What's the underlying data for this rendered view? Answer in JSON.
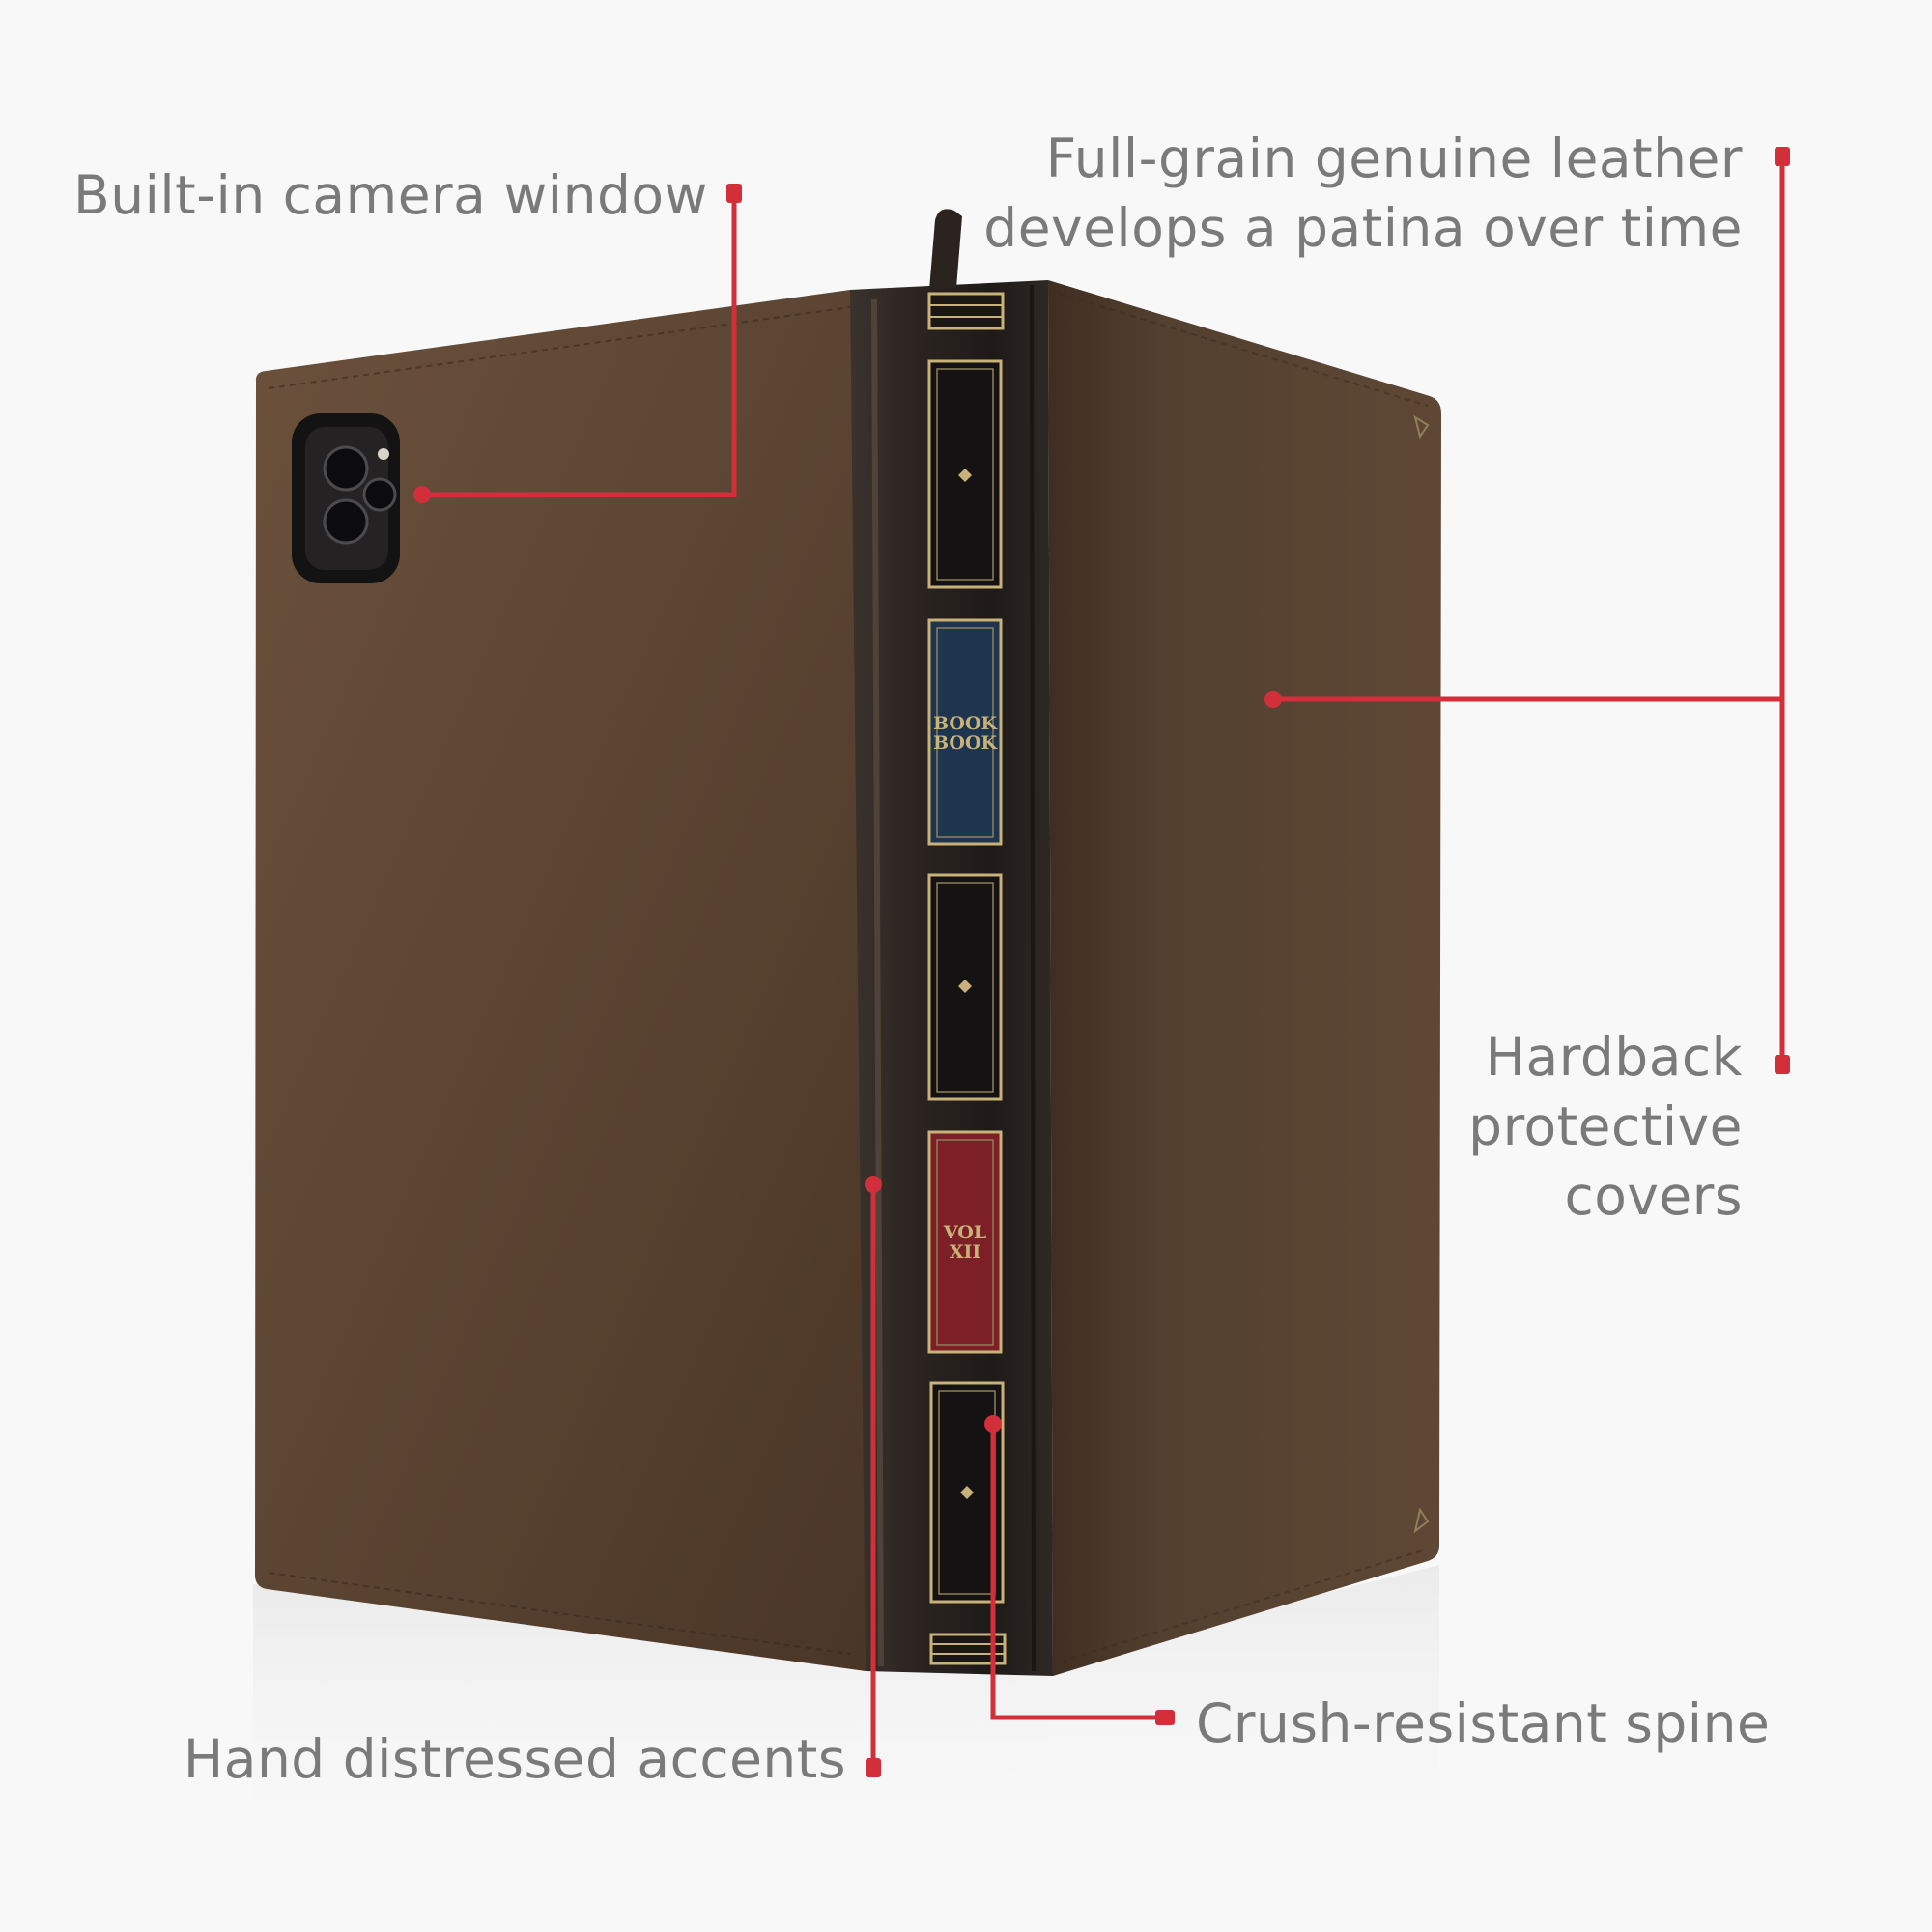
{
  "annotations": {
    "camera": "Built-in camera window",
    "leather_line1": "Full-grain genuine leather",
    "leather_line2": "develops a patina over time",
    "hardback_line1": "Hardback",
    "hardback_line2": "protective",
    "hardback_line3": "covers",
    "distressed": "Hand distressed accents",
    "spine": "Crush-resistant spine"
  },
  "spine_labels": {
    "blue_line1": "BOOK",
    "blue_line2": "BOOK",
    "red_line1": "VOL",
    "red_line2": "XII"
  },
  "colors": {
    "background": "#f8f8f8",
    "leather": "#5a4433",
    "spine": "#2a2522",
    "callout": "#d32f3a",
    "label_text": "#7a7a7a",
    "spine_blue": "#1e3550",
    "spine_red": "#7d1f26",
    "gold": "#c9b27a"
  }
}
